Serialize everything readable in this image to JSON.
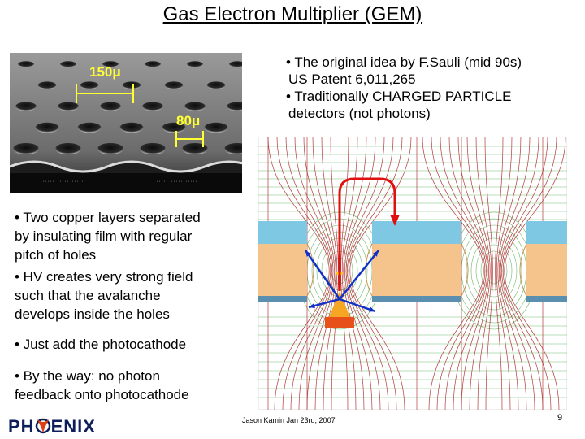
{
  "title": "Gas Electron Multiplier (GEM)",
  "sem_image": {
    "dim_pitch": "150μ",
    "dim_hole": "80μ",
    "icon": "sem-micrograph"
  },
  "bullets_top": [
    "• The original idea by F.Sauli (mid 90s)",
    "US Patent 6,011,265",
    "• Traditionally CHARGED PARTICLE",
    "detectors (not photons)"
  ],
  "bullets_left": [
    "• Two copper layers separated",
    "by insulating film with regular",
    "pitch of holes",
    "• HV creates very strong field",
    "such that the avalanche",
    "develops inside the holes"
  ],
  "bullet_photocathode": "• Just add the photocathode",
  "bullets_bottom": [
    "• By the way: no photon",
    "feedback onto photocathode"
  ],
  "footer": "Jason Kamin Jan 23rd, 2007",
  "page_number": "9",
  "logo": {
    "text_left": "PH",
    "text_right": "ENIX",
    "icon": "phoenix-bird-logo"
  },
  "colors": {
    "copper": "#7ec8e3",
    "kapton": "#f4c48c",
    "field_lines": "#b33a3a",
    "equipotential": "#3aa03a",
    "arrow_blue": "#1030c8",
    "arrow_red": "#e01010",
    "avalanche": "#f5a623"
  }
}
